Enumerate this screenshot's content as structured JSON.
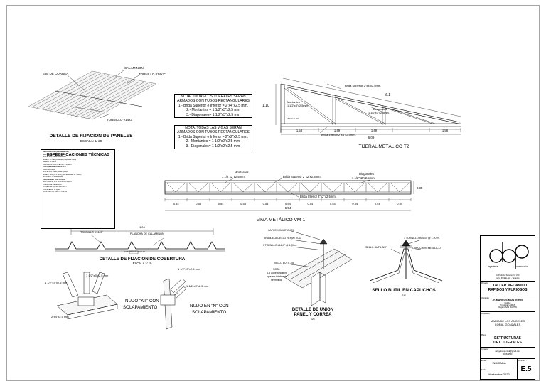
{
  "panel_detail": {
    "title": "DETALLE DE FIJACION DE PANELES",
    "scale": "ESCALA: 1/ 20",
    "eje_correa": "EJE DE CORREA",
    "calaminon": "CALAMINON",
    "tornillo_top": "TORNILLO #14x3\"",
    "tornillo_bottom": "TORNILLO #14x3\""
  },
  "specs": {
    "title": "ESPECIFICACIONES TÉCNICAS",
    "lines": [
      "- ANTICORROSIVO (Suerma/ARPOA)",
      "BASE ZINCROMATO: color verde",
      "APLICACIÓN: Pistola convencional",
      "SECADO: 30 Todo (15 minutos), Repintado: 8 hora",
      "CAPAS: 2 - 3 manos",
      "ESPESOR DE PELICULA: 0.40 - 1.00 MILS",
      "- PINTURA ESMALTE SINTETICO",
      "(Gloss/Semi-Gloss)",
      "APLICACIÓN: Brocha, rodillo o pistola",
      "SECADO: Tacto (1 - 4 horas) (Total de secado: 8 - 7 horas)",
      "REPINTADO: 16 horas mínimo",
      "- SOLDADURA Y ELECTRODOS:",
      "Acero Tipo A-36, Fy = 36 Ksi o 2500 Kg/cm2",
      "COBERTURA: CALAMINON",
      "SOLDADURA: Tipo de Plano 0048 C",
      "SOBRECARGA: 30 Kg/m2",
      "VELOCIDAD DEL VIENTO: 15.8 m/s"
    ]
  },
  "notes": [
    {
      "title": "NOTA: TODAS LOS TIJERALES SERAN",
      "lines": [
        "ARMADOS CON TUBOS RECTANGULARES",
        "1.- Brida Superior e Inferior = 2\"x4\"x2.5 mm.",
        "2.- Montantes = 1 1/2\"x3\"x2.5 mm",
        "3.- Diagonales= 1 1/2\"x3\"x2.5 mm"
      ]
    },
    {
      "title": "NOTA: TODAS LAS VIGAS SERAN",
      "lines": [
        "ARMADOS CON TUBOS RECTANGULARES",
        "1.- Brida Superior e Inferior = 2\"x2\"x2.5 mm.",
        "2.- Montantes = 1 1/2\"x2\"x2.5 mm.",
        "3.- Diagonales= 1 1/2\"x2\"x2.5 mm."
      ]
    }
  ],
  "truss": {
    "name": "TIJERAL METÁLICO T2",
    "brida_sup": "Brida Superior 2\"x4\"x2.5mm.",
    "brida_inf": "Brida Inferior 2\"x4\"x2.5mm.",
    "montantes": "Montantes",
    "montantes_size": "1 1/2\"x3\"x2.5mm.",
    "diagonales": "Diagonales",
    "diagonales_size": "1 1/2\"x3\"x2.5mm.",
    "slope_len": "6.1",
    "height": "1.10",
    "angle": "ANGULO 10°",
    "dims": [
      "1.53",
      "1.49",
      "1.49",
      "1.58"
    ],
    "total": "6.09"
  },
  "beam": {
    "name": "VIGA METÁLICO VM-1",
    "montantes": "Montantes",
    "montantes_size": "1 1/2\"x2\"x2.5mm.",
    "brida_sup": "Brida Superior 2\"x2\"x2.5mm.",
    "diagonales": "Diagonales",
    "diagonales_size": "1 1/2\"x2\"x2.5mm.",
    "brida_inf": "Brida Inferior 2\"x2\"x2.5mm.",
    "height": "0.35",
    "bay": "0.54",
    "total": "6.54"
  },
  "cover": {
    "title": "DETALLE DE FIJACION DE COBERTURA",
    "scale": "ESCALA 1/ 10",
    "width": "1.06",
    "tornillo": "TORNILLO #14x3\"",
    "plancha": "PLANCHA DE CALAMINON",
    "correa": "CORREA DE TECHO"
  },
  "nodes": {
    "kt": [
      "NUDO \"KT\" CON",
      "SOLAPAMIENTO"
    ],
    "n": [
      "NUDO EN \"N\" CON",
      "SOLAPAMIENTO"
    ],
    "kt_l1": "1 1/2\"x3\"x2.5 mm",
    "kt_l2": "1 1/2\"x3\"x2.5 mm",
    "kt_l3": "2\"x4\"x2.5 mm",
    "n_l1": "1 1/2\"x3\"x2.5 mm",
    "n_l2": "1 1/2\"x3\"x2.5 mm"
  },
  "union": {
    "title": [
      "DETALLE DE UNION",
      "PANEL Y CORREA"
    ],
    "se": "S/E",
    "capuchon": "CAPUCHON METALICO",
    "arandela": "ARANDELA CIELLO HERMETICO",
    "tornillo": "1 TORNILLO #14x3\" @ 1.20 m.",
    "sello": "SELLO BUTIL 3/8\"",
    "nota": [
      "NOTA:",
      "La Cobertura tiene",
      "que ser totalmente",
      "hermética"
    ]
  },
  "sello": {
    "title": "SELLO BUTIL EN CAPUCHOS",
    "se": "S/E",
    "tornillo": "1 TORNILLO #14x3\" @ 1.20 m.",
    "sello": "SELLO BUTIL 3/8\"",
    "capuchon": "CAPUCHON METALICO"
  },
  "titleblock": {
    "logo_letters": "dap",
    "logo_left": "Ingeniería",
    "logo_right": "Construcción",
    "address": [
      "Jr. Pedro/ro Sánchez N° 230",
      "barrio Partido Alto - Tarapoto"
    ],
    "proyecto_label": "Proyecto:",
    "proyecto": [
      "TALLER MECANICO",
      "RAPIDOS Y FURIOSOS"
    ],
    "ubicacion_label": "Ubicación:",
    "ubicacion": [
      "Jr. MARCOS MONTEROS",
      "LAMAS",
      "Provincia: LAMAS",
      "Región: SAN MARTIN"
    ],
    "propietario_label": "Propietario:",
    "propietario": [
      "MARIA DE LOS ANGELES",
      "CORAL GONZALES"
    ],
    "plano_label": "Plano:",
    "plano": [
      "ESTRUCTURAS",
      "DET. TIJERALES"
    ],
    "contacto_label": "Contacto:",
    "contacto": [
      "delagalia.ing.coral@gmail.com",
      "936640564"
    ],
    "escala_label": "Escala:",
    "escala": "INDICADA",
    "fecha_label": "Fecha:",
    "fecha": "Noviembre 2022",
    "lamina_label": "Lámina N°:",
    "lamina": "E.5"
  }
}
